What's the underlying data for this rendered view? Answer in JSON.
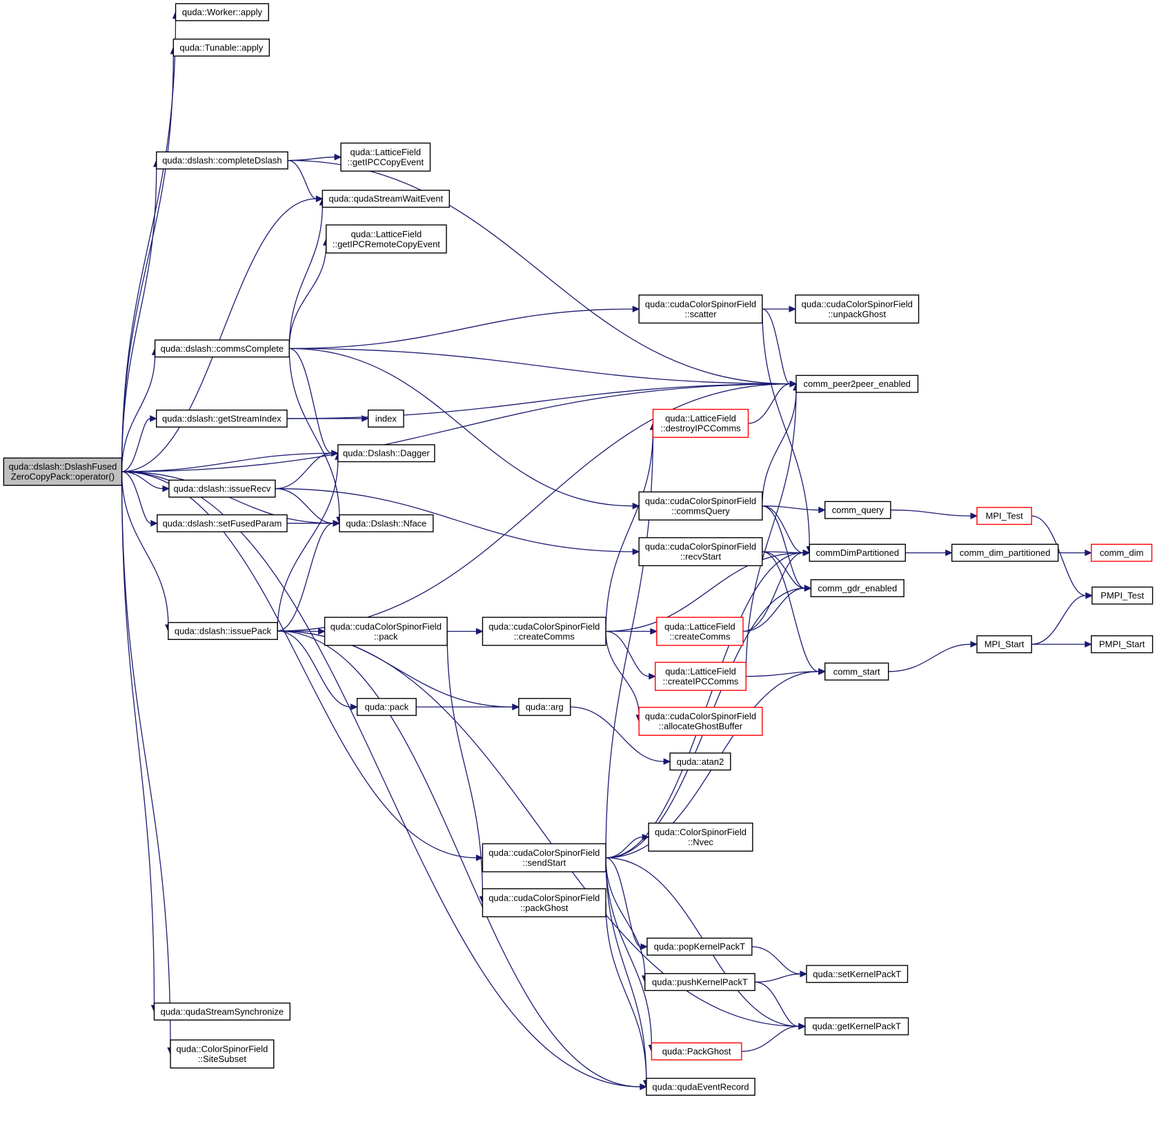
{
  "nodes": [
    {
      "id": "root",
      "lines": [
        "quda::dslash::DslashFused",
        "ZeroCopyPack::operator()"
      ],
      "style": "root"
    },
    {
      "id": "worker_apply",
      "lines": [
        "quda::Worker::apply"
      ]
    },
    {
      "id": "tunable_apply",
      "lines": [
        "quda::Tunable::apply"
      ]
    },
    {
      "id": "completeDslash",
      "lines": [
        "quda::dslash::completeDslash"
      ]
    },
    {
      "id": "getIPCCopyEvent",
      "lines": [
        "quda::LatticeField",
        "::getIPCCopyEvent"
      ]
    },
    {
      "id": "qudaStreamWaitEvent",
      "lines": [
        "quda::qudaStreamWaitEvent"
      ]
    },
    {
      "id": "getIPCRemoteCopyEvent",
      "lines": [
        "quda::LatticeField",
        "::getIPCRemoteCopyEvent"
      ]
    },
    {
      "id": "commsComplete",
      "lines": [
        "quda::dslash::commsComplete"
      ]
    },
    {
      "id": "getStreamIndex",
      "lines": [
        "quda::dslash::getStreamIndex"
      ]
    },
    {
      "id": "index",
      "lines": [
        "index"
      ]
    },
    {
      "id": "dagger",
      "lines": [
        "quda::Dslash::Dagger"
      ]
    },
    {
      "id": "issueRecv",
      "lines": [
        "quda::dslash::issueRecv"
      ]
    },
    {
      "id": "setFusedParam",
      "lines": [
        "quda::dslash::setFusedParam"
      ]
    },
    {
      "id": "nface",
      "lines": [
        "quda::Dslash::Nface"
      ]
    },
    {
      "id": "issuePack",
      "lines": [
        "quda::dslash::issuePack"
      ]
    },
    {
      "id": "ccsf_pack",
      "lines": [
        "quda::cudaColorSpinorField",
        "::pack"
      ]
    },
    {
      "id": "quda_pack",
      "lines": [
        "quda::pack"
      ]
    },
    {
      "id": "quda_arg",
      "lines": [
        "quda::arg"
      ]
    },
    {
      "id": "atan2",
      "lines": [
        "quda::atan2"
      ]
    },
    {
      "id": "scatter",
      "lines": [
        "quda::cudaColorSpinorField",
        "::scatter"
      ]
    },
    {
      "id": "unpackGhost",
      "lines": [
        "quda::cudaColorSpinorField",
        "::unpackGhost"
      ]
    },
    {
      "id": "p2p",
      "lines": [
        "comm_peer2peer_enabled"
      ]
    },
    {
      "id": "destroyIPCComms",
      "lines": [
        "quda::LatticeField",
        "::destroyIPCComms"
      ],
      "style": "red"
    },
    {
      "id": "commsQuery",
      "lines": [
        "quda::cudaColorSpinorField",
        "::commsQuery"
      ]
    },
    {
      "id": "comm_query",
      "lines": [
        "comm_query"
      ]
    },
    {
      "id": "mpi_test",
      "lines": [
        "MPI_Test"
      ],
      "style": "red"
    },
    {
      "id": "recvStart",
      "lines": [
        "quda::cudaColorSpinorField",
        "::recvStart"
      ]
    },
    {
      "id": "commDimPartitioned",
      "lines": [
        "commDimPartitioned"
      ]
    },
    {
      "id": "comm_dim_partitioned",
      "lines": [
        "comm_dim_partitioned"
      ]
    },
    {
      "id": "comm_dim",
      "lines": [
        "comm_dim"
      ],
      "style": "red"
    },
    {
      "id": "gdr",
      "lines": [
        "comm_gdr_enabled"
      ]
    },
    {
      "id": "pmpi_test",
      "lines": [
        "PMPI_Test"
      ]
    },
    {
      "id": "createComms",
      "lines": [
        "quda::cudaColorSpinorField",
        "::createComms"
      ]
    },
    {
      "id": "lf_createComms",
      "lines": [
        "quda::LatticeField",
        "::createComms"
      ],
      "style": "red"
    },
    {
      "id": "mpi_start",
      "lines": [
        "MPI_Start"
      ]
    },
    {
      "id": "pmpi_start",
      "lines": [
        "PMPI_Start"
      ]
    },
    {
      "id": "createIPCComms",
      "lines": [
        "quda::LatticeField",
        "::createIPCComms"
      ],
      "style": "red"
    },
    {
      "id": "comm_start",
      "lines": [
        "comm_start"
      ]
    },
    {
      "id": "allocateGhostBuffer",
      "lines": [
        "quda::cudaColorSpinorField",
        "::allocateGhostBuffer"
      ],
      "style": "red"
    },
    {
      "id": "csf_nvec",
      "lines": [
        "quda::ColorSpinorField",
        "::Nvec"
      ]
    },
    {
      "id": "sendStart",
      "lines": [
        "quda::cudaColorSpinorField",
        "::sendStart"
      ]
    },
    {
      "id": "packGhost",
      "lines": [
        "quda::cudaColorSpinorField",
        "::packGhost"
      ]
    },
    {
      "id": "popKernelPackT",
      "lines": [
        "quda::popKernelPackT"
      ]
    },
    {
      "id": "setKernelPackT",
      "lines": [
        "quda::setKernelPackT"
      ]
    },
    {
      "id": "pushKernelPackT",
      "lines": [
        "quda::pushKernelPackT"
      ]
    },
    {
      "id": "qudaStreamSynchronize",
      "lines": [
        "quda::qudaStreamSynchronize"
      ]
    },
    {
      "id": "getKernelPackT",
      "lines": [
        "quda::getKernelPackT"
      ]
    },
    {
      "id": "csf_siteSubset",
      "lines": [
        "quda::ColorSpinorField",
        "::SiteSubset"
      ]
    },
    {
      "id": "packGhost2",
      "lines": [
        "quda::PackGhost"
      ],
      "style": "red"
    },
    {
      "id": "qudaEventRecord",
      "lines": [
        "quda::qudaEventRecord"
      ]
    }
  ],
  "edges": [
    [
      "root",
      "worker_apply"
    ],
    [
      "root",
      "tunable_apply"
    ],
    [
      "root",
      "p2p"
    ],
    [
      "root",
      "completeDslash"
    ],
    [
      "root",
      "qudaStreamWaitEvent"
    ],
    [
      "root",
      "commsComplete"
    ],
    [
      "root",
      "getStreamIndex"
    ],
    [
      "root",
      "dagger"
    ],
    [
      "root",
      "issueRecv"
    ],
    [
      "root",
      "setFusedParam"
    ],
    [
      "root",
      "nface"
    ],
    [
      "root",
      "issuePack"
    ],
    [
      "root",
      "sendStart"
    ],
    [
      "root",
      "qudaEventRecord"
    ],
    [
      "root",
      "qudaStreamSynchronize"
    ],
    [
      "root",
      "csf_siteSubset"
    ],
    [
      "completeDslash",
      "getIPCCopyEvent"
    ],
    [
      "completeDslash",
      "qudaStreamWaitEvent"
    ],
    [
      "completeDslash",
      "p2p"
    ],
    [
      "commsComplete",
      "qudaStreamWaitEvent"
    ],
    [
      "commsComplete",
      "getIPCRemoteCopyEvent"
    ],
    [
      "commsComplete",
      "p2p"
    ],
    [
      "commsComplete",
      "scatter"
    ],
    [
      "commsComplete",
      "commsQuery"
    ],
    [
      "commsComplete",
      "dagger"
    ],
    [
      "commsComplete",
      "nface"
    ],
    [
      "getStreamIndex",
      "index"
    ],
    [
      "getStreamIndex",
      "p2p"
    ],
    [
      "issueRecv",
      "dagger"
    ],
    [
      "issueRecv",
      "nface"
    ],
    [
      "issueRecv",
      "recvStart"
    ],
    [
      "setFusedParam",
      "nface"
    ],
    [
      "issuePack",
      "dagger"
    ],
    [
      "issuePack",
      "nface"
    ],
    [
      "issuePack",
      "p2p"
    ],
    [
      "issuePack",
      "ccsf_pack"
    ],
    [
      "issuePack",
      "quda_pack"
    ],
    [
      "issuePack",
      "quda_arg"
    ],
    [
      "issuePack",
      "qudaEventRecord"
    ],
    [
      "issuePack",
      "getKernelPackT"
    ],
    [
      "ccsf_pack",
      "createComms"
    ],
    [
      "ccsf_pack",
      "packGhost"
    ],
    [
      "quda_pack",
      "quda_arg"
    ],
    [
      "quda_arg",
      "atan2"
    ],
    [
      "scatter",
      "unpackGhost"
    ],
    [
      "scatter",
      "p2p"
    ],
    [
      "scatter",
      "commDimPartitioned"
    ],
    [
      "destroyIPCComms",
      "p2p"
    ],
    [
      "commsQuery",
      "p2p"
    ],
    [
      "commsQuery",
      "comm_query"
    ],
    [
      "commsQuery",
      "commDimPartitioned"
    ],
    [
      "commsQuery",
      "gdr"
    ],
    [
      "comm_query",
      "mpi_test"
    ],
    [
      "mpi_test",
      "pmpi_test"
    ],
    [
      "recvStart",
      "commDimPartitioned"
    ],
    [
      "recvStart",
      "gdr"
    ],
    [
      "recvStart",
      "comm_start"
    ],
    [
      "commDimPartitioned",
      "comm_dim_partitioned"
    ],
    [
      "comm_dim_partitioned",
      "comm_dim"
    ],
    [
      "createComms",
      "destroyIPCComms"
    ],
    [
      "createComms",
      "lf_createComms"
    ],
    [
      "createComms",
      "createIPCComms"
    ],
    [
      "createComms",
      "allocateGhostBuffer"
    ],
    [
      "createComms",
      "commDimPartitioned"
    ],
    [
      "lf_createComms",
      "commDimPartitioned"
    ],
    [
      "lf_createComms",
      "gdr"
    ],
    [
      "createIPCComms",
      "p2p"
    ],
    [
      "createIPCComms",
      "comm_start"
    ],
    [
      "comm_start",
      "mpi_start"
    ],
    [
      "mpi_start",
      "pmpi_test"
    ],
    [
      "mpi_start",
      "pmpi_start"
    ],
    [
      "sendStart",
      "destroyIPCComms"
    ],
    [
      "sendStart",
      "csf_nvec"
    ],
    [
      "sendStart",
      "gdr"
    ],
    [
      "sendStart",
      "commDimPartitioned"
    ],
    [
      "sendStart",
      "comm_start"
    ],
    [
      "sendStart",
      "popKernelPackT"
    ],
    [
      "sendStart",
      "pushKernelPackT"
    ],
    [
      "sendStart",
      "getKernelPackT"
    ],
    [
      "sendStart",
      "packGhost2"
    ],
    [
      "sendStart",
      "qudaEventRecord"
    ],
    [
      "packGhost",
      "qudaEventRecord"
    ],
    [
      "popKernelPackT",
      "setKernelPackT"
    ],
    [
      "pushKernelPackT",
      "setKernelPackT"
    ],
    [
      "pushKernelPackT",
      "getKernelPackT"
    ],
    [
      "packGhost2",
      "getKernelPackT"
    ]
  ]
}
